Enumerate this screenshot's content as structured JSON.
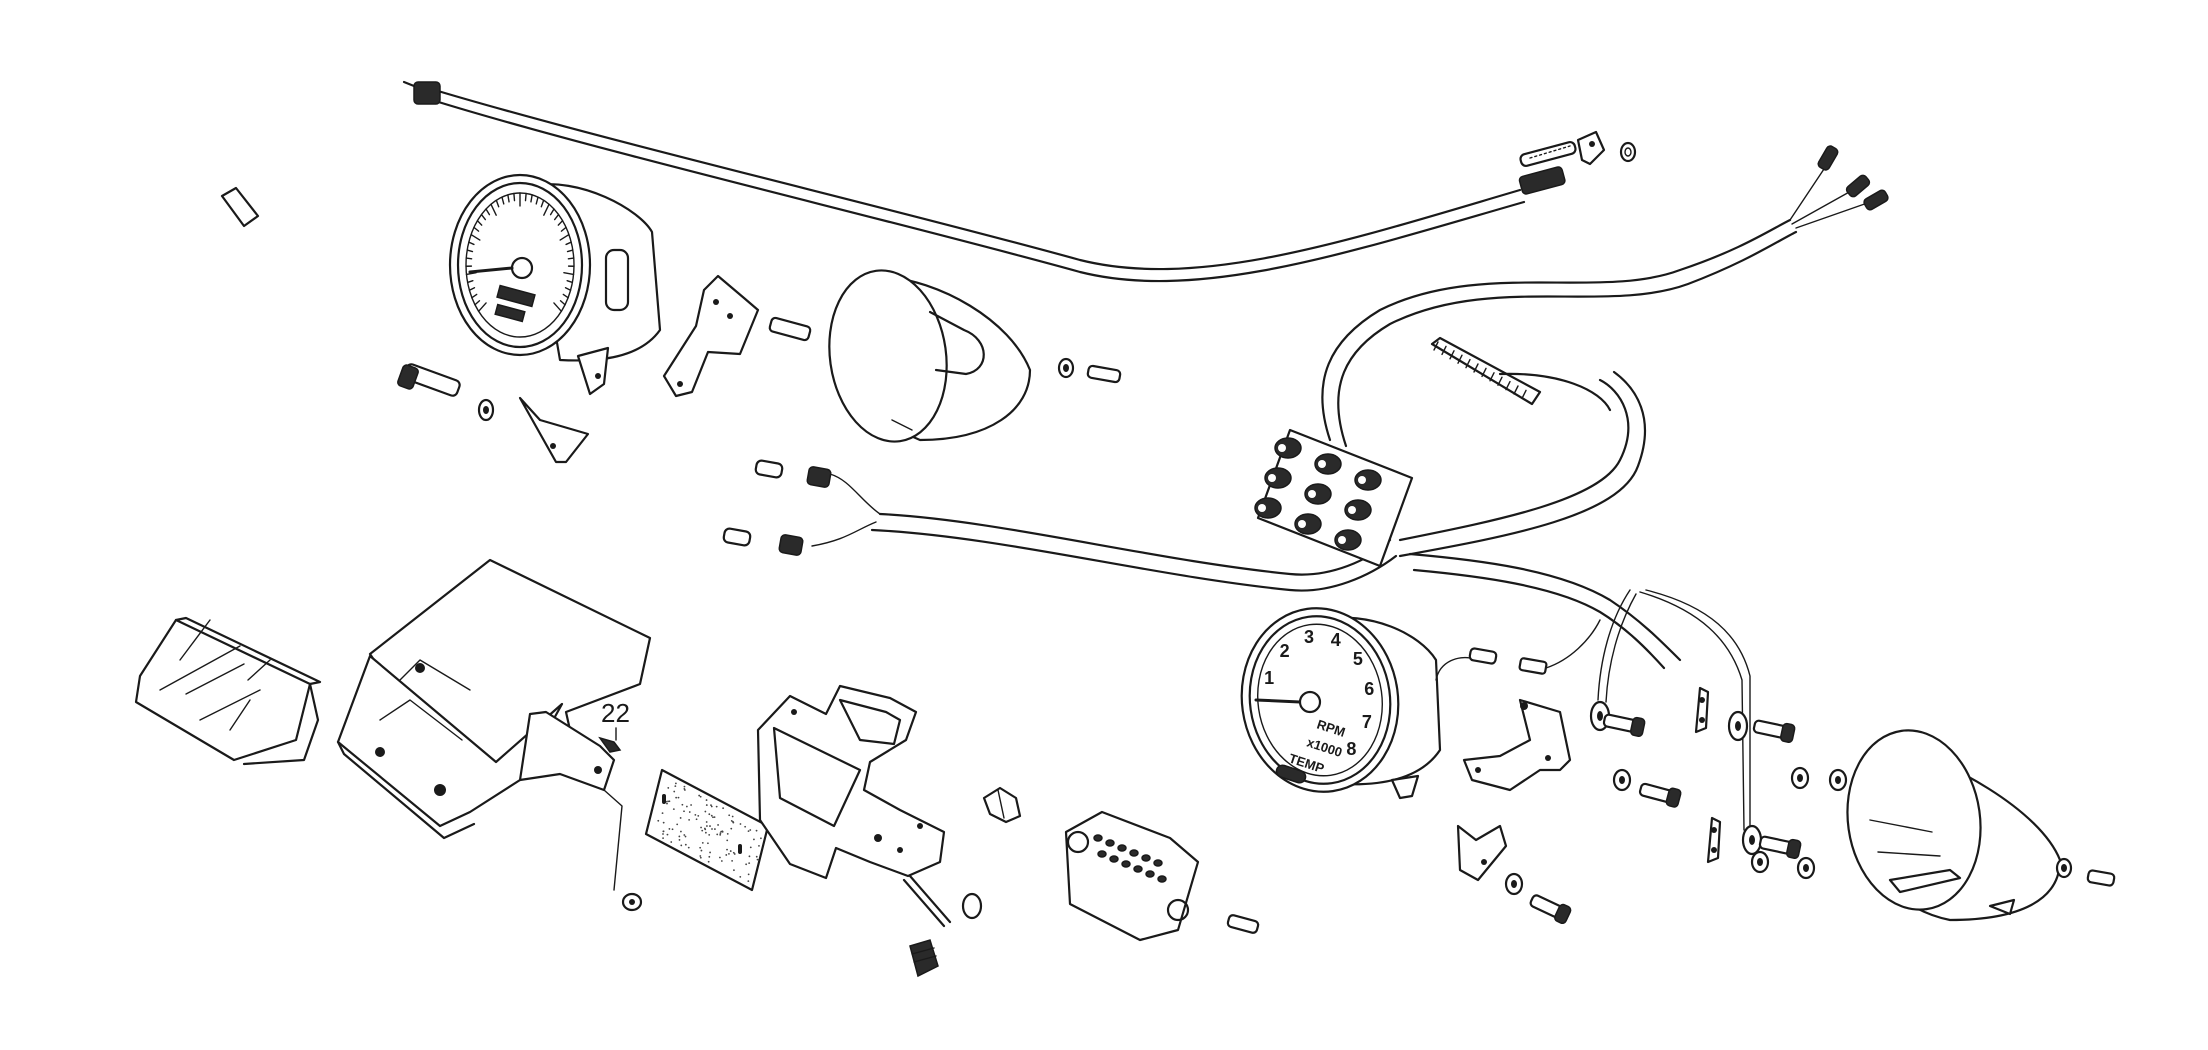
{
  "diagram": {
    "type": "exploded-parts-view",
    "subject": "instrument cluster and wiring harness",
    "background_color": "#ffffff",
    "line_color": "#1a1a1a"
  },
  "callouts": [
    {
      "label": "22",
      "target": "screw"
    }
  ],
  "tachometer": {
    "dial_numbers": [
      "1",
      "2",
      "3",
      "4",
      "5",
      "6",
      "7",
      "8"
    ],
    "unit_label": "RPM",
    "multiplier_label": "x1000",
    "warning_label": "TEMP"
  },
  "parts": [
    "speedometer-cable",
    "speedometer",
    "speedometer-bracket",
    "speedometer-cover-cup",
    "rectangular-lens",
    "instrument-housing",
    "license-plate-bracket",
    "reflector-plate",
    "fuse",
    "regulator-unit",
    "wiring-harness",
    "relay-fuse-block",
    "multi-pin-connector",
    "tachometer",
    "tachometer-bracket",
    "tachometer-cover-cup",
    "bolts",
    "washers",
    "nuts"
  ]
}
